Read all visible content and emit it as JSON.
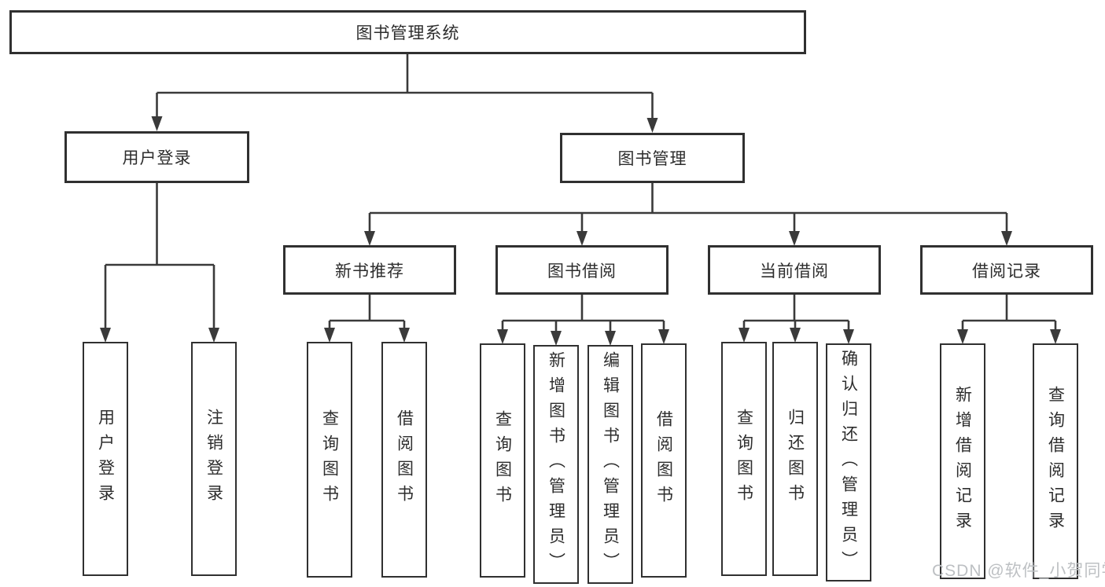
{
  "diagram": {
    "root": {
      "label": "图书管理系统"
    },
    "branches": [
      {
        "label": "用户登录",
        "children": [
          {
            "label": "用户登录"
          },
          {
            "label": "注销登录"
          }
        ]
      },
      {
        "label": "图书管理",
        "children": [
          {
            "label": "新书推荐",
            "children": [
              {
                "label": "查询图书"
              },
              {
                "label": "借阅图书"
              }
            ]
          },
          {
            "label": "图书借阅",
            "children": [
              {
                "label": "查询图书"
              },
              {
                "label": "新增图书（管理员）"
              },
              {
                "label": "编辑图书（管理员）"
              },
              {
                "label": "借阅图书"
              }
            ]
          },
          {
            "label": "当前借阅",
            "children": [
              {
                "label": "查询图书"
              },
              {
                "label": "归还图书"
              },
              {
                "label": "确认归还（管理员）"
              }
            ]
          },
          {
            "label": "借阅记录",
            "children": [
              {
                "label": "新增借阅记录"
              },
              {
                "label": "查询借阅记录"
              }
            ]
          }
        ]
      }
    ]
  },
  "watermark": {
    "text": "CSDN @软件_小贺同学"
  },
  "colors": {
    "line": "#3a3a3a",
    "box_border": "#303030",
    "text": "#2d2d2d",
    "watermark": "#bdc0c3",
    "background": "#ffffff"
  }
}
